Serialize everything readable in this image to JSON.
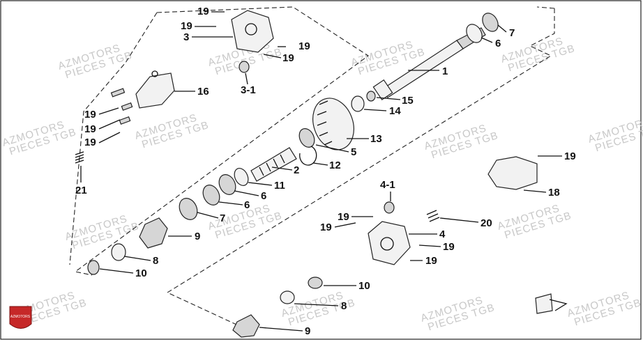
{
  "diagram": {
    "watermark": {
      "line1": "AZMOTORS",
      "line2": "PIECES TGB"
    },
    "logo_text": "AZMOTORS",
    "callouts": [
      {
        "id": "c19a",
        "label": "19"
      },
      {
        "id": "c19b",
        "label": "19"
      },
      {
        "id": "c3",
        "label": "3"
      },
      {
        "id": "c19c",
        "label": "19"
      },
      {
        "id": "c19d",
        "label": "19"
      },
      {
        "id": "c3-1",
        "label": "3-1"
      },
      {
        "id": "c16",
        "label": "16"
      },
      {
        "id": "c19e",
        "label": "19"
      },
      {
        "id": "c19f",
        "label": "19"
      },
      {
        "id": "c19g",
        "label": "19"
      },
      {
        "id": "c21",
        "label": "21"
      },
      {
        "id": "c7a",
        "label": "7"
      },
      {
        "id": "c6a",
        "label": "6"
      },
      {
        "id": "c1",
        "label": "1"
      },
      {
        "id": "c15",
        "label": "15"
      },
      {
        "id": "c14",
        "label": "14"
      },
      {
        "id": "c13",
        "label": "13"
      },
      {
        "id": "c5",
        "label": "5"
      },
      {
        "id": "c12",
        "label": "12"
      },
      {
        "id": "c2",
        "label": "2"
      },
      {
        "id": "c11",
        "label": "11"
      },
      {
        "id": "c6b",
        "label": "6"
      },
      {
        "id": "c6c",
        "label": "6"
      },
      {
        "id": "c7b",
        "label": "7"
      },
      {
        "id": "c9a",
        "label": "9"
      },
      {
        "id": "c8a",
        "label": "8"
      },
      {
        "id": "c10a",
        "label": "10"
      },
      {
        "id": "c19h",
        "label": "19"
      },
      {
        "id": "c18",
        "label": "18"
      },
      {
        "id": "c4-1",
        "label": "4-1"
      },
      {
        "id": "c19i",
        "label": "19"
      },
      {
        "id": "c19j",
        "label": "19"
      },
      {
        "id": "c20",
        "label": "20"
      },
      {
        "id": "c4",
        "label": "4"
      },
      {
        "id": "c19k",
        "label": "19"
      },
      {
        "id": "c19l",
        "label": "19"
      },
      {
        "id": "c10b",
        "label": "10"
      },
      {
        "id": "c8b",
        "label": "8"
      },
      {
        "id": "c9b",
        "label": "9"
      }
    ]
  }
}
